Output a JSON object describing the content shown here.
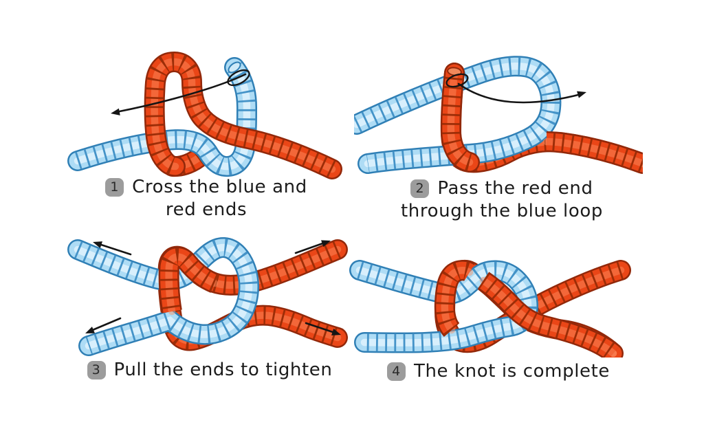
{
  "background": "#ffffff",
  "rope_colors": {
    "red_body": "#ea4617",
    "red_outline": "#92280a",
    "red_stripe": "#9c2d07",
    "red_highlight": "#ff9064",
    "red_cut_face": "#f0895c",
    "blue_body": "#aedcf5",
    "blue_outline": "#2f7fb5",
    "blue_stripe": "#4493c8",
    "blue_highlight": "#eef9ff",
    "blue_cut_face": "#cfeaf8",
    "arrow": "#151515"
  },
  "badge": {
    "background": "#9c9c9c",
    "text_color": "#2a2a2a"
  },
  "steps": [
    {
      "number": "1",
      "line1": "Cross the blue and",
      "line2": "red ends",
      "alt": "Blue and red rope ends crossed once; curved arrow sweeps from the blue tip to the left",
      "arrow_icons": [
        "curved-arrow-left-icon",
        "rope-wrap-loop-icon"
      ]
    },
    {
      "number": "2",
      "line1": "Pass the red end",
      "line2": "through the blue loop",
      "alt": "Red end rises through the blue loop; curved arrow points right through the loop",
      "arrow_icons": [
        "curved-arrow-right-icon",
        "rope-wrap-loop-icon"
      ]
    },
    {
      "number": "3",
      "line1": "Pull the ends to tighten",
      "line2": "",
      "alt": "Loose square knot with four straight arrows pulling the blue ends left and red ends right",
      "arrow_icons": [
        "arrow-up-left-icon",
        "arrow-down-left-icon",
        "arrow-up-right-icon",
        "arrow-down-right-icon"
      ]
    },
    {
      "number": "4",
      "line1": "The knot is complete",
      "line2": "",
      "alt": "Finished tightened square knot, blue ends exiting left and red ends exiting right",
      "arrow_icons": []
    }
  ]
}
